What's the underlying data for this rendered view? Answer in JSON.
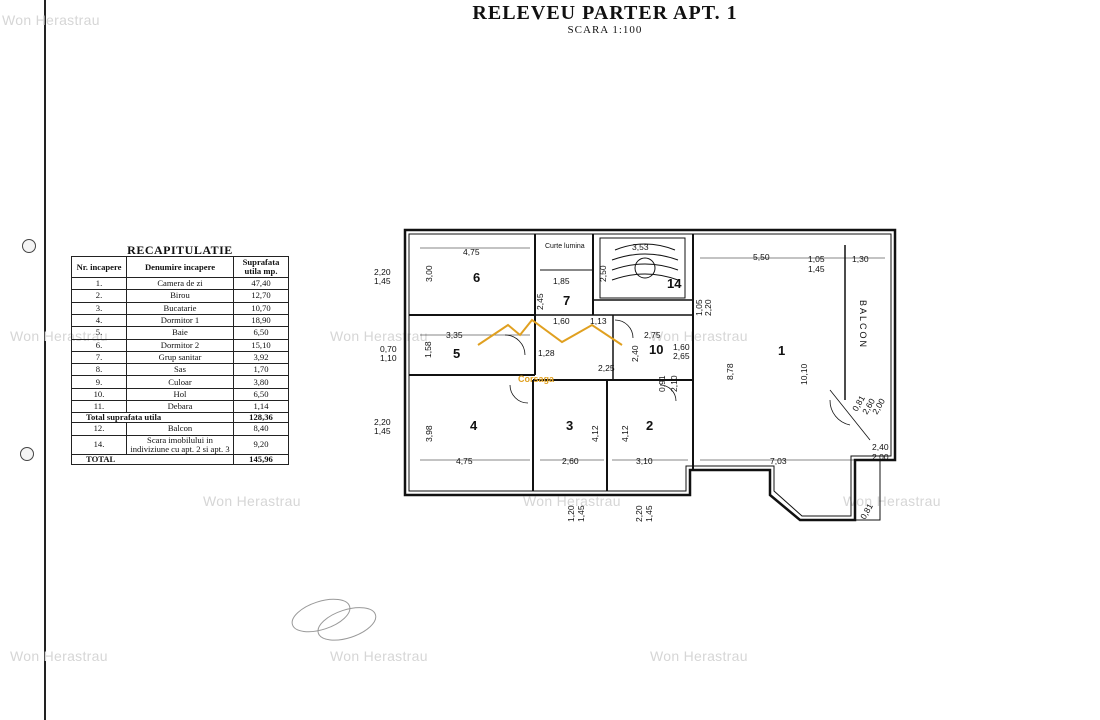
{
  "header": {
    "title": "RELEVEU PARTER APT. 1",
    "scale": "SCARA 1:100"
  },
  "watermark": "Won Herastrau",
  "logo_text": "Corsaga",
  "recap": {
    "title": "RECAPITULATIE",
    "col_nr": "Nr. incapere",
    "col_name": "Denumire incapere",
    "col_area": "Suprafata utila mp.",
    "rooms": [
      {
        "nr": "1.",
        "name": "Camera de zi",
        "area": "47,40"
      },
      {
        "nr": "2.",
        "name": "Birou",
        "area": "12,70"
      },
      {
        "nr": "3.",
        "name": "Bucatarie",
        "area": "10,70"
      },
      {
        "nr": "4.",
        "name": "Dormitor 1",
        "area": "18,90"
      },
      {
        "nr": "5.",
        "name": "Baie",
        "area": "6,50"
      },
      {
        "nr": "6.",
        "name": "Dormitor 2",
        "area": "15,10"
      },
      {
        "nr": "7.",
        "name": "Grup sanitar",
        "area": "3,92"
      },
      {
        "nr": "8.",
        "name": "Sas",
        "area": "1,70"
      },
      {
        "nr": "9.",
        "name": "Culoar",
        "area": "3,80"
      },
      {
        "nr": "10.",
        "name": "Hol",
        "area": "6,50"
      },
      {
        "nr": "11.",
        "name": "Debara",
        "area": "1,14"
      }
    ],
    "subtotal_label": "Total suprafata utila",
    "subtotal": "128,36",
    "extras": [
      {
        "nr": "12.",
        "name": "Balcon",
        "area": "8,40"
      },
      {
        "nr": "14.",
        "name": "Scara imobilului in indiviziune cu apt. 2 si apt. 3",
        "area": "9,20"
      }
    ],
    "total_label": "TOTAL",
    "total": "145,96"
  },
  "plan": {
    "room_numbers": [
      "1",
      "2",
      "3",
      "4",
      "5",
      "6",
      "7",
      "10",
      "14"
    ],
    "balcon": "BALCON",
    "curte_lumina": "Curte lumina",
    "dims": {
      "d_475_top": "4,75",
      "d_300": "3,00",
      "d_220_l1": "2,20",
      "d_145_l1": "1,45",
      "d_185": "1,85",
      "d_245": "2,45",
      "d_353": "3,53",
      "d_250": "2,50",
      "d_550": "5,50",
      "d_105_top": "1,05",
      "d_145_top": "1,45",
      "d_130": "1,30",
      "d_335": "3,35",
      "d_070": "0,70",
      "d_110": "1,10",
      "d_158": "1,58",
      "d_160_a": "1,60",
      "d_113": "1,13",
      "d_128": "1,28",
      "d_275": "2,75",
      "d_160_b": "1,60",
      "d_265": "2,65",
      "d_105_b": "1,05",
      "d_220_v": "2,20",
      "d_240": "2,40",
      "d_225": "2,25",
      "d_091": "0,91",
      "d_210": "2,10",
      "d_878": "8,78",
      "d_1010": "10,10",
      "d_220_l2": "2,20",
      "d_145_l2": "1,45",
      "d_398": "3,98",
      "d_412_a": "4,12",
      "d_412_b": "4,12",
      "d_475_bot": "4,75",
      "d_260": "2,60",
      "d_310": "3,10",
      "d_703": "7,03",
      "d_240_r": "2,40",
      "d_200_r": "2,00",
      "d_120": "1,20",
      "d_145_b1": "1,45",
      "d_220_b": "2,20",
      "d_145_b2": "1,45",
      "d_081": "0,81",
      "d_260_d": "2,60",
      "d_200_d": "2,00",
      "d_081_b": "0,81"
    }
  },
  "colors": {
    "ink": "#111111",
    "watermark": "#d6d6d6",
    "logo": "#e0a020"
  }
}
